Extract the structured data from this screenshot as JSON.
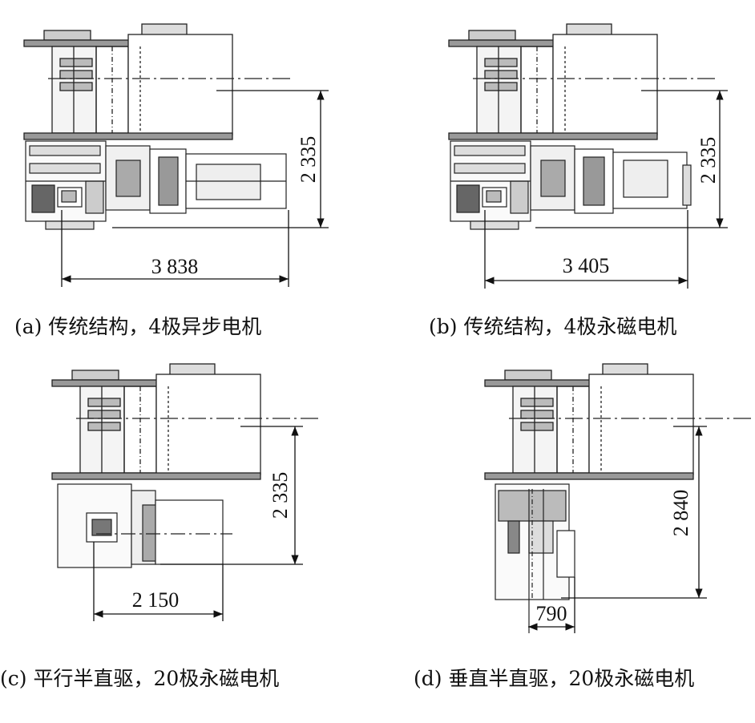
{
  "panels": [
    {
      "id": "a",
      "caption": "(a) 传统结构，4极异步电机",
      "width_dim": "3 838",
      "height_dim": "2 335"
    },
    {
      "id": "b",
      "caption": "(b) 传统结构，4极永磁电机",
      "width_dim": "3 405",
      "height_dim": "2 335"
    },
    {
      "id": "c",
      "caption": "(c) 平行半直驱，20极永磁电机",
      "width_dim": "2 150",
      "height_dim": "2 335"
    },
    {
      "id": "d",
      "caption": "(d) 垂直半直驱，20极永磁电机",
      "width_dim": "790",
      "height_dim": "2 840"
    }
  ]
}
